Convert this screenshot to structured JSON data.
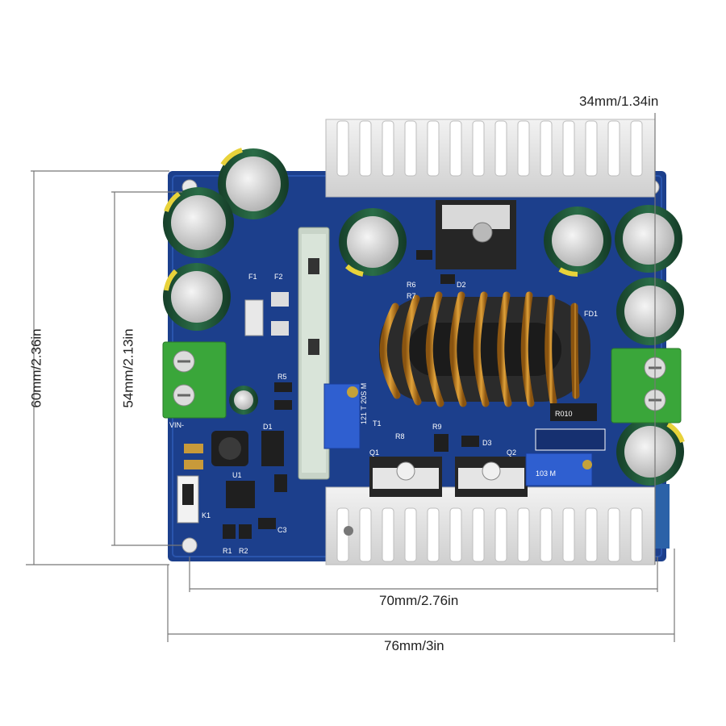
{
  "dimensions": {
    "heatsink_height": "34mm/1.34in",
    "total_height": "60mm/2.36in",
    "hole_spacing_height": "54mm/2.13in",
    "hole_spacing_width": "70mm/2.76in",
    "total_width": "76mm/3in"
  },
  "board_markings": {
    "f1": "F1",
    "f2": "F2",
    "r5": "R5",
    "r6": "R6",
    "r7": "R7",
    "r8": "R8",
    "r9": "R9",
    "d1": "D1",
    "d2": "D2",
    "d3": "D3",
    "q1": "Q1",
    "q2": "Q2",
    "t1": "T1",
    "k1": "K1",
    "r1": "R1",
    "r2": "R2",
    "c3": "C3",
    "u1": "U1",
    "fd1": "FD1",
    "vin_minus": "VIN-",
    "r010": "R010",
    "pot_left": "121 T 20S M",
    "pot_right": "103 M"
  },
  "colors": {
    "pcb": "#1c3f8c",
    "heatsink": "#e4e4e4",
    "capacitor": "#1f5a3a",
    "terminal": "#3aa63a",
    "copper": "#c8861f",
    "dimension_line": "#777777"
  }
}
